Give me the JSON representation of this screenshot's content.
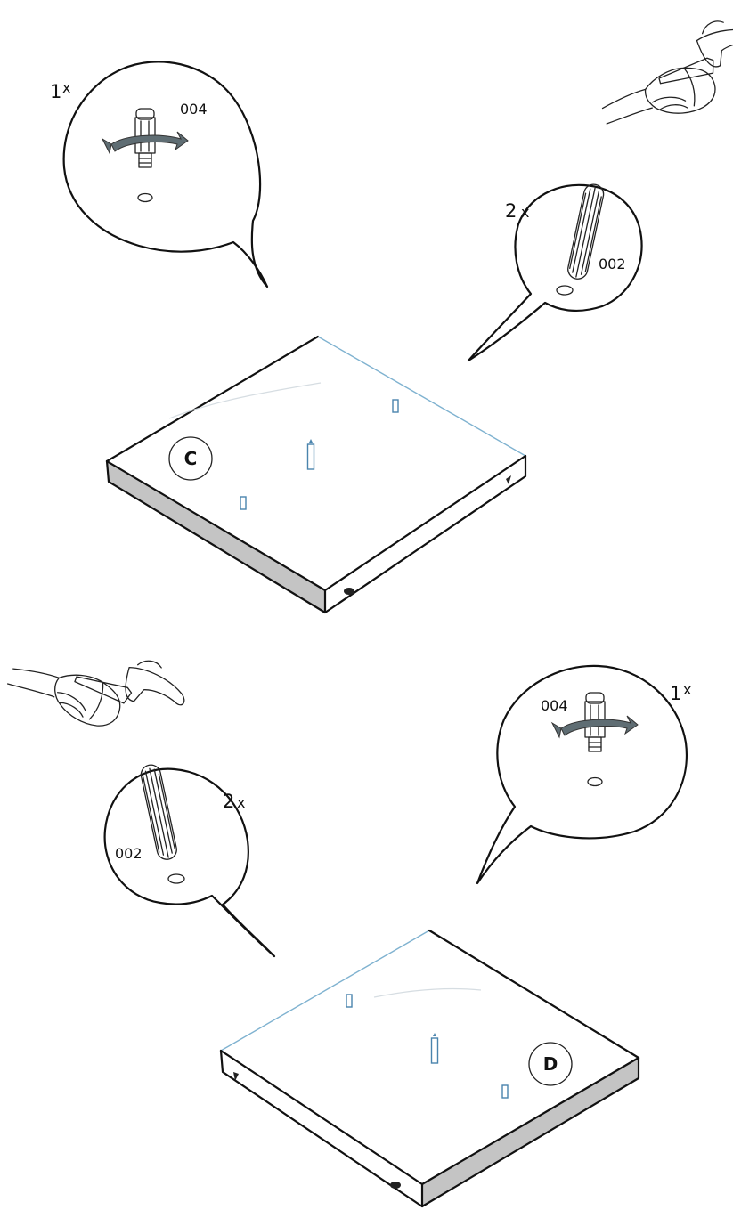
{
  "step_top": {
    "cam_callout": {
      "quantity": "1",
      "quantity_suffix": "x",
      "part_number": "004"
    },
    "dowel_callout": {
      "quantity": "2",
      "quantity_suffix": "x",
      "part_number": "002"
    },
    "panel": {
      "label": "C"
    }
  },
  "step_bottom": {
    "cam_callout": {
      "quantity": "1",
      "quantity_suffix": "x",
      "part_number": "004"
    },
    "dowel_callout": {
      "quantity": "2",
      "quantity_suffix": "x",
      "part_number": "002"
    },
    "panel": {
      "label": "D"
    }
  },
  "colors": {
    "line": "#111111",
    "edge_band": "#c4c4c4",
    "dowel_blue": "#4a84ad"
  },
  "icons": [
    "hammer-icon",
    "cam-lock-icon",
    "dowel-icon",
    "rotation-arrow-icon"
  ]
}
